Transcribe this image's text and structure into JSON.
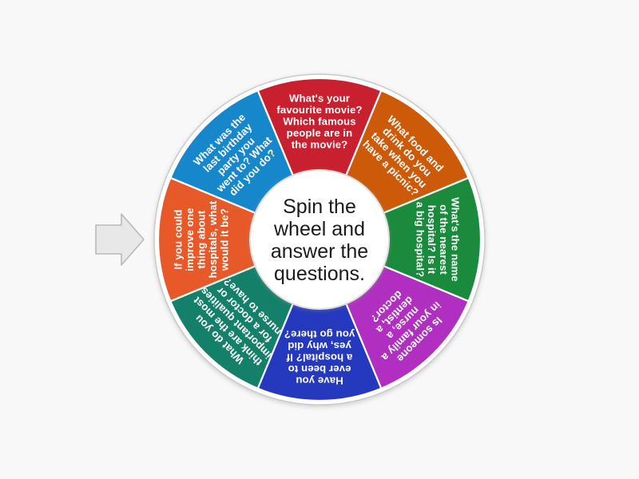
{
  "wheel": {
    "center_label_lines": [
      "Spin the",
      "wheel and",
      "answer the",
      "questions."
    ],
    "center_label": "Spin the wheel and answer the questions.",
    "background_color": "#f8f8f8",
    "rim_color": "#ffffff",
    "rim_edge_color": "#c9c9c9",
    "hub_color": "#ffffff",
    "pointer": {
      "name": "spin-pointer-arrow",
      "fill": "#e8e8e8",
      "stroke": "#b9b9b9",
      "direction": "right"
    },
    "segments": [
      {
        "index": 1,
        "color": "#c8202e",
        "color_name": "red",
        "text": "What's your favourite movie? Which famous people are in the movie?",
        "lines": [
          "What's your",
          "favourite movie?",
          "Which famous",
          "people are in",
          "the movie?"
        ]
      },
      {
        "index": 2,
        "color": "#cc5a09",
        "color_name": "orange",
        "text": "What food and drink do you take when you have a picnic?",
        "lines": [
          "What food and",
          "drink do you",
          "take when you",
          "have a picnic?"
        ]
      },
      {
        "index": 3,
        "color": "#1a8a3c",
        "color_name": "green",
        "text": "What's the name of the nearest hospital? Is it a big hospital?",
        "lines": [
          "What's the name",
          "of the nearest",
          "hospital? Is it",
          "a big hospital?"
        ]
      },
      {
        "index": 4,
        "color": "#b02fc0",
        "color_name": "purple",
        "text": "Is someone in your family a nurse, a dentist, a doctor?",
        "lines": [
          "Is someone",
          "in your family a",
          "nurse, a",
          "dentist, a",
          "doctor?"
        ]
      },
      {
        "index": 5,
        "color": "#2539bf",
        "color_name": "dark-blue",
        "text": "Have you ever been to a hospital? If yes, why did you go there?",
        "lines": [
          "Have you",
          "ever been to",
          "a hospital? If",
          "yes, why did",
          "you go there?"
        ]
      },
      {
        "index": 6,
        "color": "#148069",
        "color_name": "teal",
        "text": "What do you think are the most important qualities for a doctor or nurse to have?",
        "lines": [
          "What do you",
          "think are the most",
          "important qualities",
          "for a doctor or",
          "nurse to have?"
        ]
      },
      {
        "index": 7,
        "color": "#e8592a",
        "color_name": "orange-red",
        "text": "If you could improve one thing about hospitals, what would it be?",
        "lines": [
          "If you could",
          "improve one",
          "thing about",
          "hospitals, what",
          "would it be?"
        ]
      },
      {
        "index": 8,
        "color": "#1787cc",
        "color_name": "light-blue",
        "text": "What was the last birthday party you went to? What did you do?",
        "lines": [
          "What was the",
          "last birthday",
          "party you",
          "went to? What",
          "did you do?"
        ]
      }
    ]
  }
}
